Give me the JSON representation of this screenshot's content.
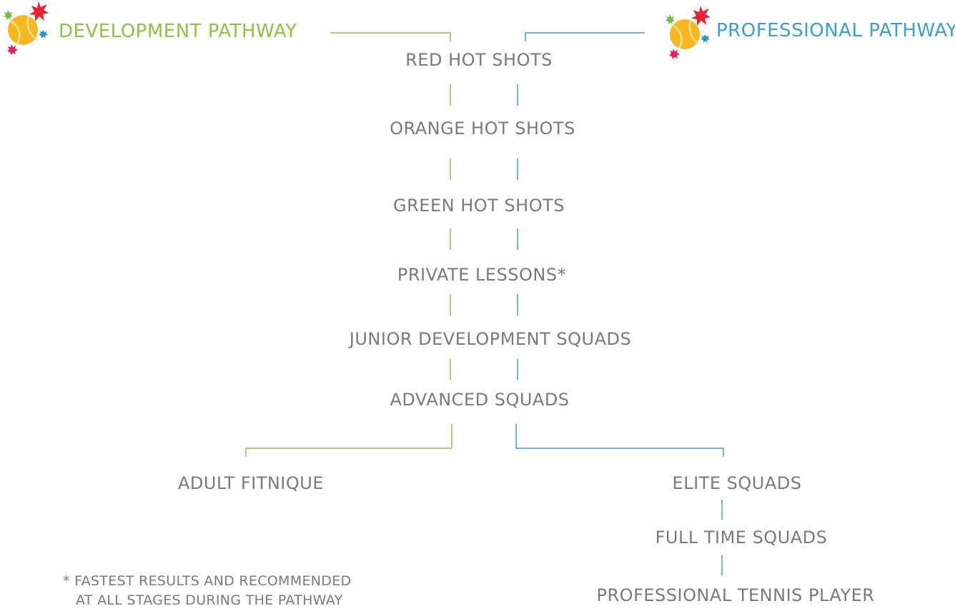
{
  "colors": {
    "development": "#8cc63f",
    "professional": "#3b9fd1",
    "text": "#7a7a7a",
    "ball": "#f6b820",
    "star_red": "#e8222e",
    "star_green": "#6cbf3c",
    "star_blue": "#2d8fd5",
    "star_pink": "#e0245e"
  },
  "development_pathway": {
    "title": "DEVELOPMENT PATHWAY",
    "logo_icon": "tennis-ball-stars-icon"
  },
  "professional_pathway": {
    "title": "PROFESSIONAL PATHWAY",
    "logo_icon": "tennis-ball-stars-icon"
  },
  "shared_stages": [
    "RED HOT SHOTS",
    "ORANGE HOT SHOTS",
    "GREEN HOT SHOTS",
    "PRIVATE LESSONS*",
    "JUNIOR DEVELOPMENT SQUADS",
    "ADVANCED SQUADS"
  ],
  "development_branch": {
    "stages": [
      "ADULT FITNIQUE"
    ]
  },
  "professional_branch": {
    "stages": [
      "ELITE SQUADS",
      "FULL TIME SQUADS",
      "PROFESSIONAL TENNIS PLAYER"
    ]
  },
  "footnote": {
    "line1": "* FASTEST RESULTS AND RECOMMENDED",
    "line2": "AT ALL STAGES DURING THE PATHWAY"
  }
}
